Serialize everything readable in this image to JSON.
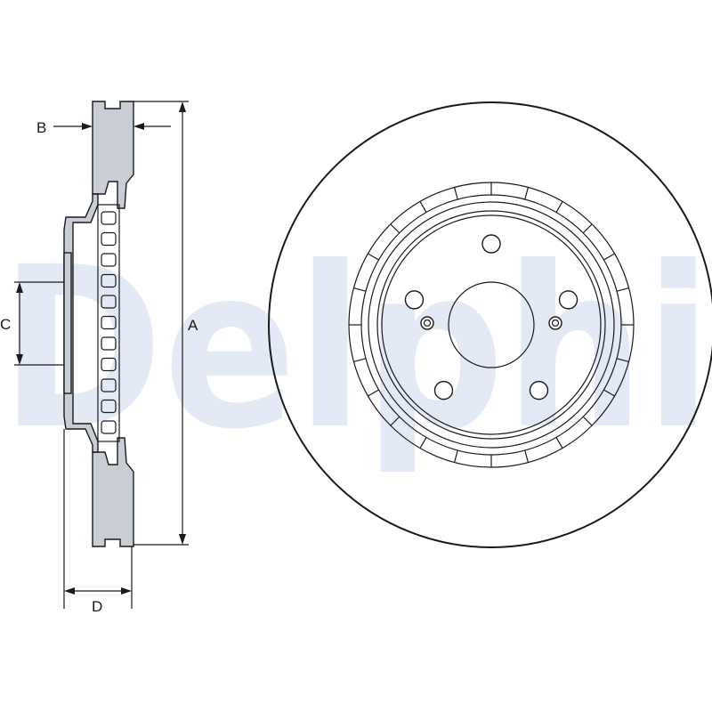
{
  "watermark": {
    "text": "Delphi",
    "color": "#e3eaf6"
  },
  "dimensions": {
    "a": "A",
    "b": "B",
    "c": "C",
    "d": "D"
  },
  "colors": {
    "line": "#1a1a1a",
    "section_fill": "#c9ced6",
    "background": "#ffffff"
  },
  "front_view": {
    "bolt_holes": 5,
    "locating_holes": 2,
    "vent_slots": 24
  },
  "section_view": {
    "cooling_channels": 11
  }
}
